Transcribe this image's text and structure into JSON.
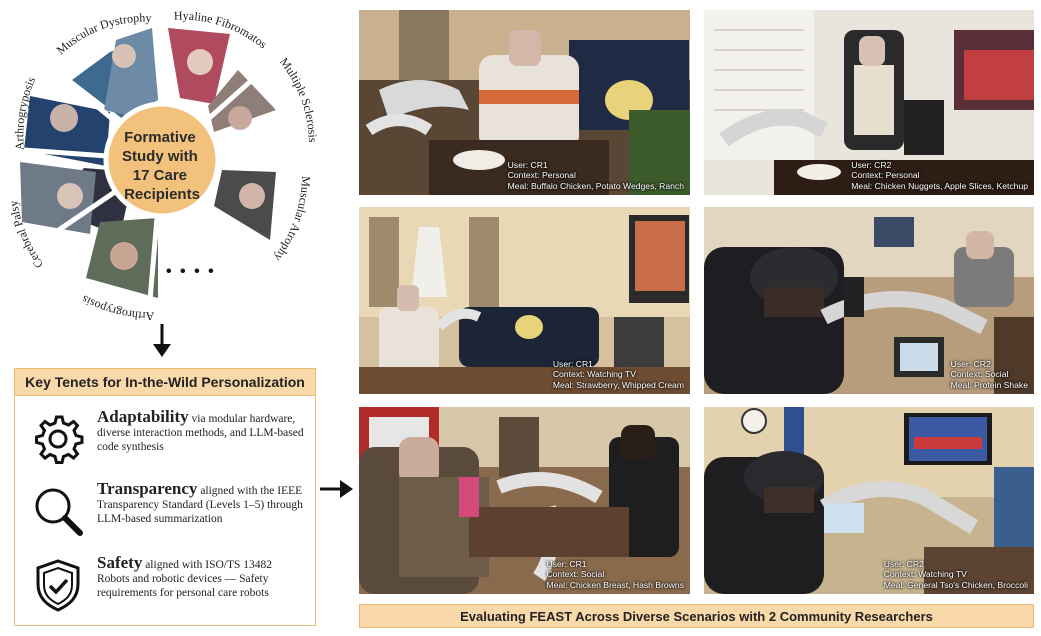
{
  "wheel": {
    "center_lines": [
      "Formative",
      "Study with",
      "17 Care",
      "Recipients"
    ],
    "conditions": [
      "Muscular Dystrophy",
      "Hyaline Fibromatosis",
      "Multiple Sclerosis",
      "Muscular Atrophy",
      "Arthrogryposis",
      "Cerebral Palsy",
      "Arthrogryposis"
    ],
    "ellipsis": "• • • •"
  },
  "tenets": {
    "title": "Key Tenets for In-the-Wild Personalization",
    "items": [
      {
        "icon": "gear-icon",
        "head": "Adaptability",
        "rest": " via modular hardware, diverse interaction methods, and LLM-based code synthesis"
      },
      {
        "icon": "magnifier-icon",
        "head": "Transparency",
        "rest": " aligned with the IEEE Transparency Standard (Levels 1–5) through LLM-based summarization"
      },
      {
        "icon": "shield-check-icon",
        "head": "Safety",
        "rest": " aligned with ISO/TS 13482 Robots and robotic devices — Safety requirements for personal care robots"
      }
    ]
  },
  "photos": [
    {
      "user": "User: CR1",
      "context": "Context: Personal",
      "meal": "Meal: Buffalo Chicken, Potato Wedges, Ranch"
    },
    {
      "user": "User: CR2",
      "context": "Context: Personal",
      "meal": "Meal: Chicken Nuggets, Apple Slices, Ketchup"
    },
    {
      "user": "User: CR1",
      "context": "Context: Watching TV",
      "meal": "Meal: Strawberry, Whipped Cream"
    },
    {
      "user": "User: CR2",
      "context": "Context: Social",
      "meal": "Meal: Protein Shake"
    },
    {
      "user": "User: CR1",
      "context": "Context: Social",
      "meal": "Meal: Chicken Breast, Hash Browns"
    },
    {
      "user": "User: CR2",
      "context": "Context: Watching TV",
      "meal": "Meal: General Tso's Chicken, Broccoli"
    }
  ],
  "banner": "Evaluating FEAST Across Diverse Scenarios with 2 Community Researchers",
  "colors": {
    "accent": "#f9d9a9",
    "accent_border": "#e9b876",
    "disc": "#f2c27c"
  }
}
